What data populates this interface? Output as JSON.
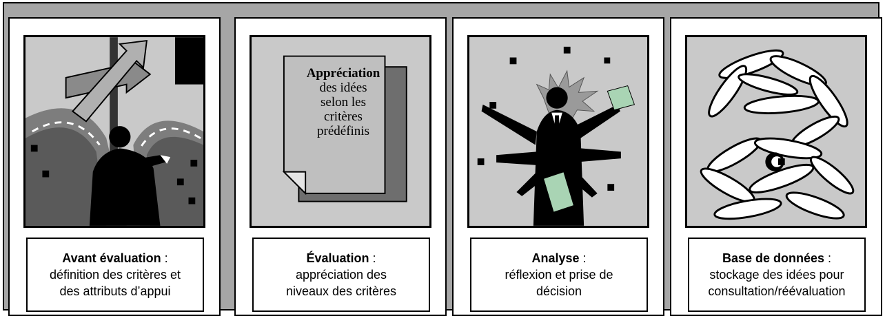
{
  "panels": [
    {
      "icon": "crossroads-businessman-icon",
      "caption_title": "Avant évaluation",
      "caption_sep": " :",
      "caption_lines": [
        "définition des critères et",
        "des attributs d’appui"
      ]
    },
    {
      "icon": "document-icon",
      "doc_text": {
        "head": "Appréciation",
        "lines": [
          "des idées",
          "selon les",
          "critères",
          "prédéfinis"
        ]
      },
      "caption_title": "Évaluation",
      "caption_sep": " :",
      "caption_lines": [
        "appréciation des",
        "niveaux des critères"
      ]
    },
    {
      "icon": "multi-armed-businessman-icon",
      "caption_title": "Analyse",
      "caption_sep": " :",
      "caption_lines": [
        "réflexion et prise de",
        "décision"
      ]
    },
    {
      "icon": "treasure-chest-icon",
      "caption_title": "Base de données",
      "caption_sep": " :",
      "caption_lines": [
        "stockage des idées pour",
        "consultation/réévaluation"
      ]
    }
  ],
  "colors": {
    "frame": "#a6a6a6",
    "art_background": "#c9c9c9",
    "ink": "#000000"
  }
}
